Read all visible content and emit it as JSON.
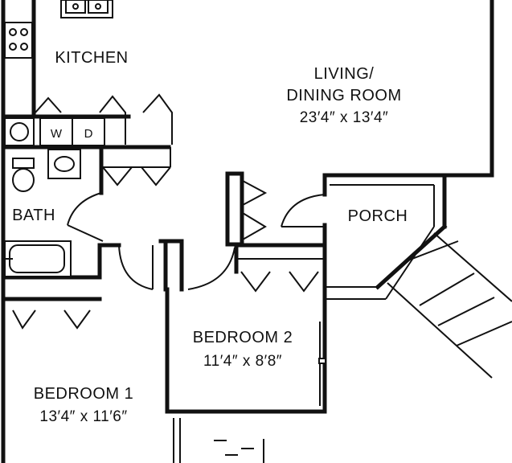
{
  "rooms": {
    "kitchen": {
      "name": "KITCHEN"
    },
    "living": {
      "name_line1": "LIVING/",
      "name_line2": "DINING ROOM",
      "dimensions": "23′4″ x 13′4″"
    },
    "porch": {
      "name": "PORCH"
    },
    "bath": {
      "name": "BATH"
    },
    "bedroom1": {
      "name": "BEDROOM 1",
      "dimensions": "13′4″ x 11′6″"
    },
    "bedroom2": {
      "name": "BEDROOM 2",
      "dimensions": "11′4″ x 8′8″"
    }
  },
  "fixtures": {
    "washer": "W",
    "dryer": "D"
  },
  "colors": {
    "line": "#111111",
    "background": "#ffffff"
  }
}
